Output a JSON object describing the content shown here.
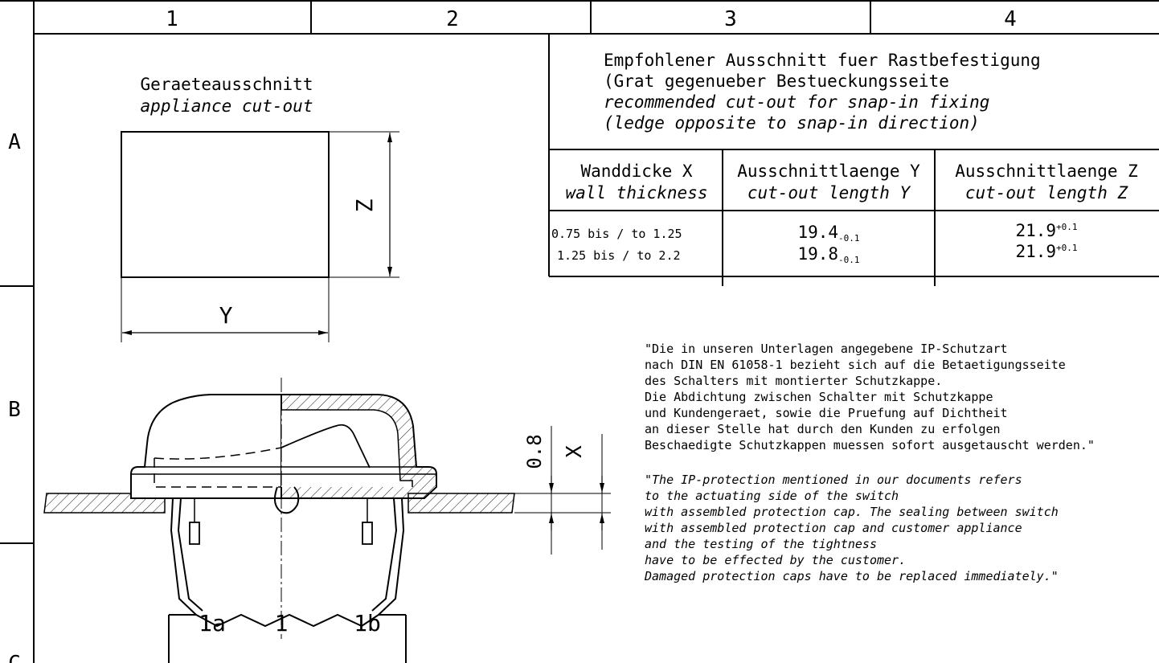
{
  "frame": {
    "columns": [
      "1",
      "2",
      "3",
      "4"
    ],
    "rows": [
      "A",
      "B",
      "C"
    ]
  },
  "cutout": {
    "title_de": "Geraeteausschnitt",
    "title_en": "appliance cut-out",
    "dim_y": "Y",
    "dim_z": "Z"
  },
  "table": {
    "header_lines": [
      "Empfohlener Ausschnitt fuer Rastbefestigung",
      "(Grat gegenueber Bestueckungsseite",
      "recommended cut-out for snap-in fixing",
      "(ledge opposite to snap-in direction)"
    ],
    "columns": [
      {
        "de": "Wanddicke X",
        "en": "wall thickness"
      },
      {
        "de": "Ausschnittlaenge Y",
        "en": "cut-out length Y"
      },
      {
        "de": "Ausschnittlaenge Z",
        "en": "cut-out length Z"
      }
    ],
    "rows": [
      {
        "x": "0.75 bis / to 1.25",
        "y": "19.4",
        "y_tol": "-0.1",
        "z": "21.9",
        "z_tol": "+0.1"
      },
      {
        "x": "1.25 bis / to 2.2",
        "y": "19.8",
        "y_tol": "-0.1",
        "z": "21.9",
        "z_tol": "+0.1"
      }
    ]
  },
  "section": {
    "dim_08": "0.8",
    "dim_x": "X",
    "labels": [
      "1a",
      "1",
      "1b"
    ]
  },
  "notes": {
    "de": [
      "\"Die in unseren Unterlagen angegebene IP-Schutzart",
      "nach DIN EN 61058-1 bezieht sich auf die Betaetigungsseite",
      "des Schalters mit montierter Schutzkappe.",
      "Die Abdichtung zwischen Schalter mit Schutzkappe",
      "und Kundengeraet, sowie die Pruefung auf Dichtheit",
      "an dieser Stelle hat durch den Kunden zu erfolgen",
      "Beschaedigte Schutzkappen muessen sofort ausgetauscht werden.\""
    ],
    "en": [
      "\"The IP-protection mentioned in our documents refers",
      "to the actuating side of the switch",
      "with assembled protection cap. The sealing between switch",
      "with assembled protection cap and customer appliance",
      "and the testing of the tightness",
      "have to be effected by the customer.",
      "Damaged protection caps have to be replaced immediately.\""
    ]
  }
}
